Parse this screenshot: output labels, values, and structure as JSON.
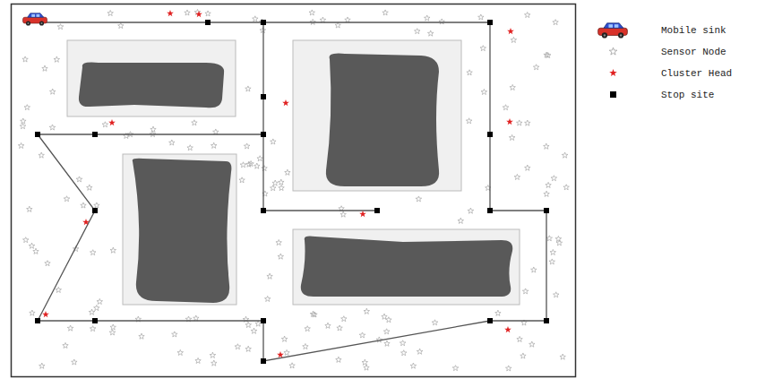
{
  "diagram": {
    "legend": [
      {
        "text": "Mobile sink"
      },
      {
        "text": "Sensor Node"
      },
      {
        "text": "Cluster Head"
      },
      {
        "text": "Stop site"
      }
    ]
  }
}
